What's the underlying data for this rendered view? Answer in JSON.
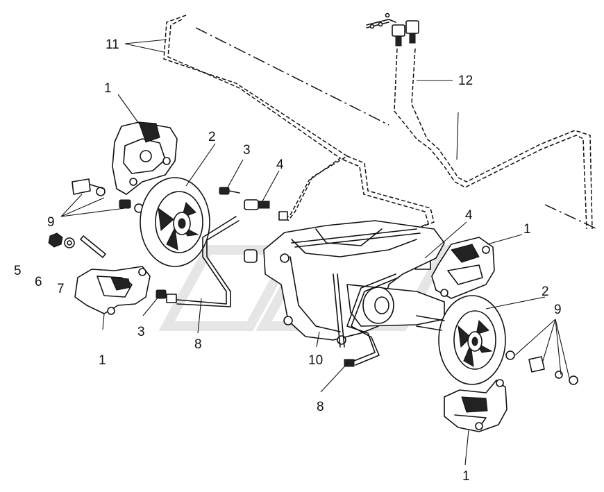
{
  "callouts": {
    "c11": "11",
    "c12": "12",
    "c1_tl": "1",
    "c2_l": "2",
    "c3_t": "3",
    "c4_t": "4",
    "c9_l": "9",
    "c5": "5",
    "c6": "6",
    "c7": "7",
    "c3_b": "3",
    "c1_bl": "1",
    "c8_l": "8",
    "c10": "10",
    "c8_b": "8",
    "c4_r": "4",
    "c1_r": "1",
    "c2_r": "2",
    "c9_r": "9",
    "c1_br": "1"
  }
}
